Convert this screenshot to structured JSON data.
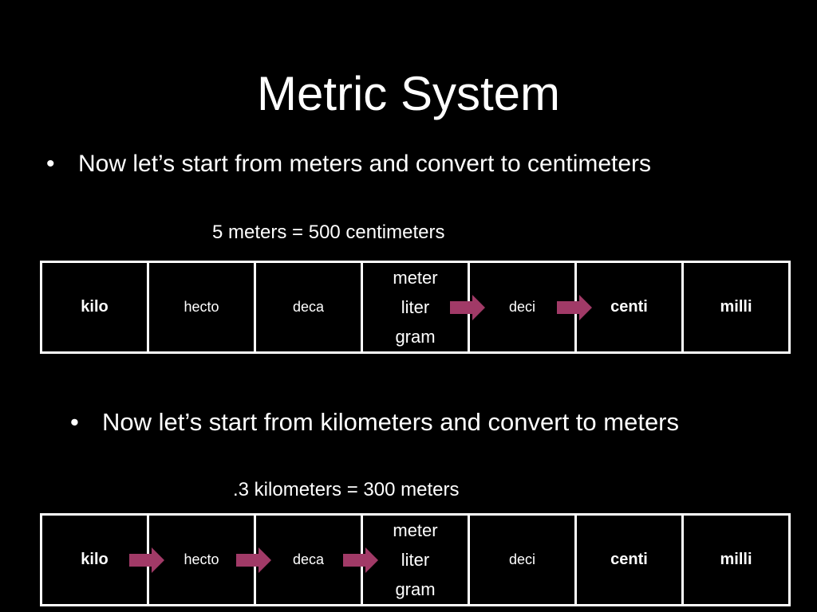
{
  "title": "Metric System",
  "bullets": [
    "Now let’s start from meters and convert to centimeters",
    "Now let’s start from kilometers and convert to meters"
  ],
  "bullet_marker": "•",
  "examples": [
    "5 meters = 500 centimeters",
    ".3 kilometers = 300 meters"
  ],
  "units": {
    "kilo": "kilo",
    "hecto": "hecto",
    "deca": "deca",
    "base": [
      "meter",
      "liter",
      "gram"
    ],
    "deci": "deci",
    "centi": "centi",
    "milli": "milli"
  },
  "arrow_icon": "right-arrow-icon",
  "colors": {
    "background": "#000000",
    "text": "#ffffff",
    "arrow": "#a13a67"
  }
}
